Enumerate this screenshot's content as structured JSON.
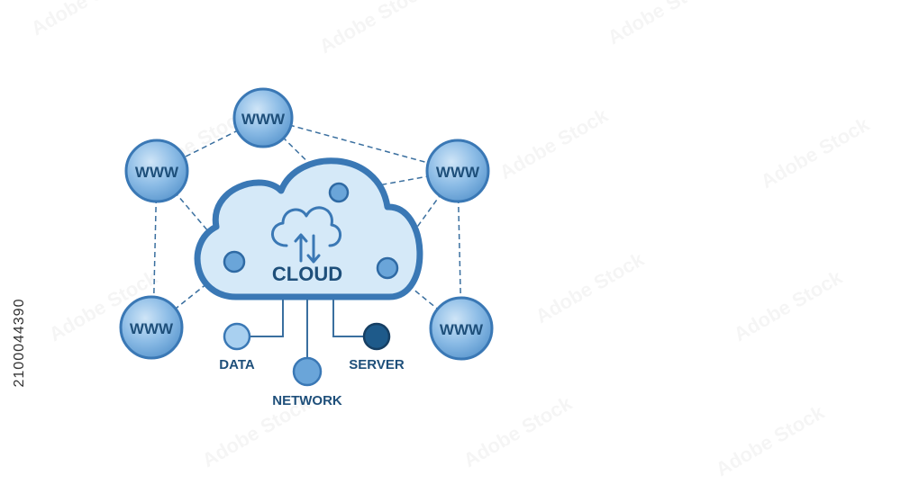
{
  "colors": {
    "node_fill": "#8cbce6",
    "node_stroke": "#3a78b5",
    "cloud_fill": "#d5e9f8",
    "cloud_stroke": "#3a78b5",
    "connector": "#3a6f9f",
    "dark_node": "#1e5a8a",
    "text": "#1e4f7a"
  },
  "www_nodes": [
    {
      "label": "WWW"
    },
    {
      "label": "WWW"
    },
    {
      "label": "WWW"
    },
    {
      "label": "WWW"
    },
    {
      "label": "WWW"
    }
  ],
  "cloud": {
    "title": "CLOUD",
    "icon": "cloud-upload-download-icon"
  },
  "leaves": {
    "data": "DATA",
    "network": "NETWORK",
    "server": "SERVER"
  },
  "side_id": "2100044390",
  "watermark_text": "Adobe Stock"
}
